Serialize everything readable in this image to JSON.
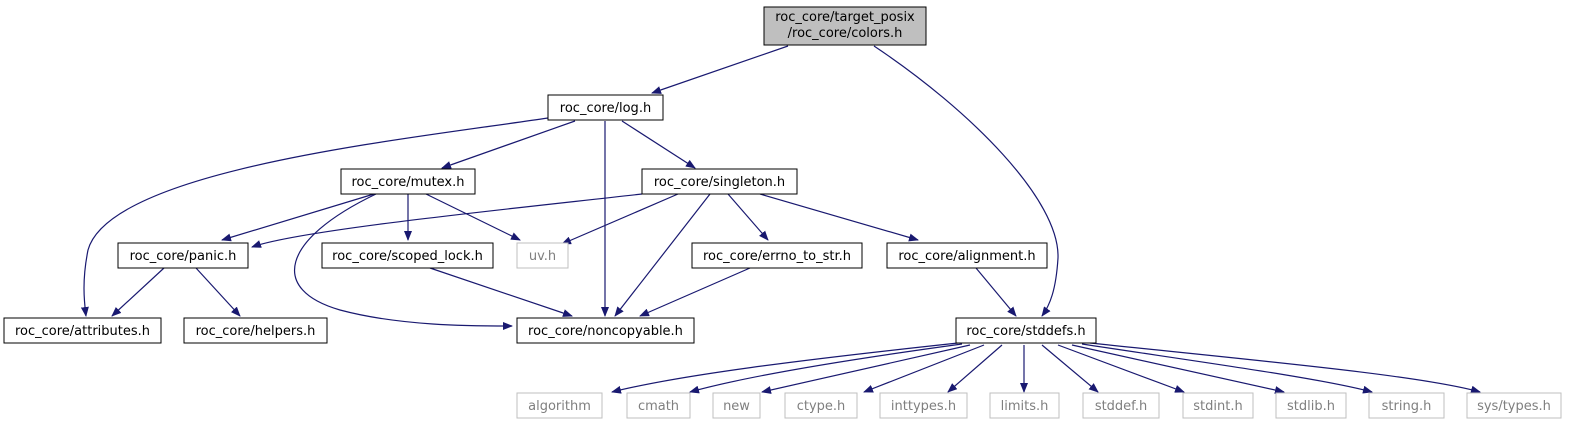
{
  "colors": {
    "edge": "#191970",
    "node_border": "#000000",
    "external_border": "#bfbfbf",
    "external_text": "#7f7f7f",
    "root_fill": "#bfbfbf",
    "node_fill": "#ffffff",
    "text": "#000000"
  },
  "nodes": {
    "root_line1": "roc_core/target_posix",
    "root_line2": "/roc_core/colors.h",
    "log": "roc_core/log.h",
    "mutex": "roc_core/mutex.h",
    "singleton": "roc_core/singleton.h",
    "panic": "roc_core/panic.h",
    "scoped_lock": "roc_core/scoped_lock.h",
    "uv": "uv.h",
    "errno_to_str": "roc_core/errno_to_str.h",
    "alignment": "roc_core/alignment.h",
    "attributes": "roc_core/attributes.h",
    "helpers": "roc_core/helpers.h",
    "noncopyable": "roc_core/noncopyable.h",
    "stddefs": "roc_core/stddefs.h",
    "algorithm": "algorithm",
    "cmath": "cmath",
    "new": "new",
    "ctype": "ctype.h",
    "inttypes": "inttypes.h",
    "limits": "limits.h",
    "stddef": "stddef.h",
    "stdint": "stdint.h",
    "stdlib": "stdlib.h",
    "string": "string.h",
    "sys_types": "sys/types.h"
  }
}
